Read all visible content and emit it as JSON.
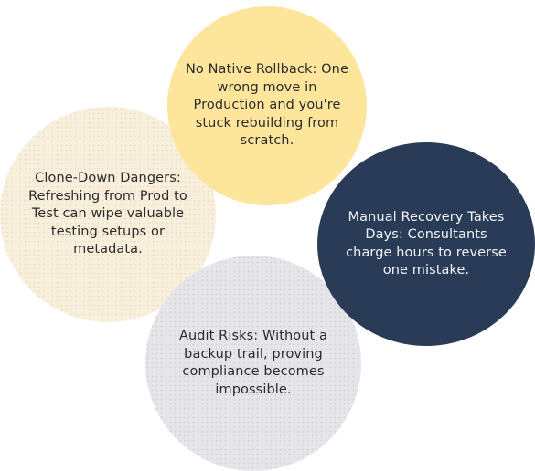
{
  "circles": {
    "clone_down": {
      "text": "Clone-Down Dangers: Refreshing from Prod to Test can wipe valuable testing setups or metadata.",
      "color": "#f8efdc"
    },
    "rollback": {
      "text": "No Native Rollback: One wrong move in Production and you're stuck rebuilding from scratch.",
      "color": "#fde59c"
    },
    "manual_recovery": {
      "text": "Manual Recovery Takes Days: Consultants charge hours to reverse one mistake.",
      "color": "#2a3b57"
    },
    "audit_risks": {
      "text": "Audit Risks: Without a backup trail, proving compliance becomes impossible.",
      "color": "#e6e6ea"
    }
  }
}
